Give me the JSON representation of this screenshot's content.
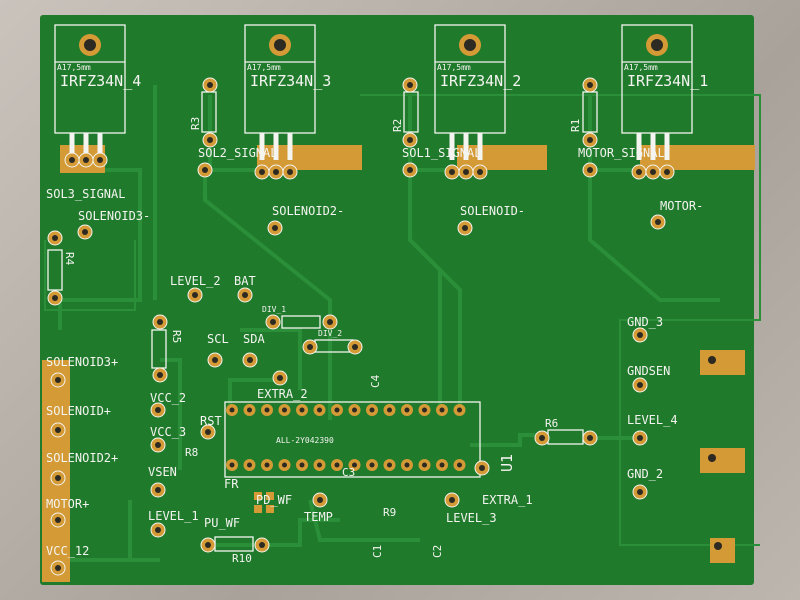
{
  "board": {
    "mosfets": [
      {
        "part": "IRFZ34N_4",
        "dim": "A17,5mm"
      },
      {
        "part": "IRFZ34N_3",
        "dim": "A17,5mm"
      },
      {
        "part": "IRFZ34N_2",
        "dim": "A17,5mm"
      },
      {
        "part": "IRFZ34N_1",
        "dim": "A17,5mm"
      }
    ],
    "resistors": {
      "r1": "R1",
      "r2": "R2",
      "r3": "R3",
      "r4": "R4",
      "r5": "R5",
      "r6": "R6",
      "r8": "R8",
      "r9": "R9",
      "r10": "R10"
    },
    "capacitors": {
      "c1": "C1",
      "c2": "C2",
      "c3": "C3",
      "c4": "C4"
    },
    "signals": {
      "sol3_signal": "SOL3_SIGNAL",
      "sol2_signal": "SOL2_SIGNAL",
      "sol1_signal": "SOL1_SIGNAL",
      "motor_signal": "MOTOR_SIGNAL",
      "solenoid3_minus": "SOLENOID3-",
      "solenoid2_minus": "SOLENOID2-",
      "solenoid_minus": "SOLENOID-",
      "motor_minus": "MOTOR-"
    },
    "left_pads": [
      "SOLENOID3+",
      "SOLENOID+",
      "SOLENOID2+",
      "MOTOR+",
      "VCC_12"
    ],
    "labels": {
      "level_2": "LEVEL_2",
      "bat": "BAT",
      "div_1": "DIV_1",
      "div_2": "DIV_2",
      "scl": "SCL",
      "sda": "SDA",
      "extra_2": "EXTRA_2",
      "vcc_2": "VCC_2",
      "vcc_3": "VCC_3",
      "rst": "RST",
      "vsen": "VSEN",
      "fr": "FR",
      "pd_wf": "PD_WF",
      "pu_wf": "PU_WF",
      "level_1": "LEVEL_1",
      "temp": "TEMP",
      "level_3": "LEVEL_3",
      "extra_1": "EXTRA_1",
      "u1": "U1",
      "ic_code": "ALL-2Y042390",
      "gnd_3": "GND_3",
      "gndsen": "GNDSEN",
      "level_4": "LEVEL_4",
      "gnd_2": "GND_2"
    }
  },
  "colors": {
    "board": "#1f7a2c",
    "trace": "#2a8f38",
    "copper": "#d39a35",
    "silk": "#f4f4f0",
    "hole": "#2c2a22"
  }
}
